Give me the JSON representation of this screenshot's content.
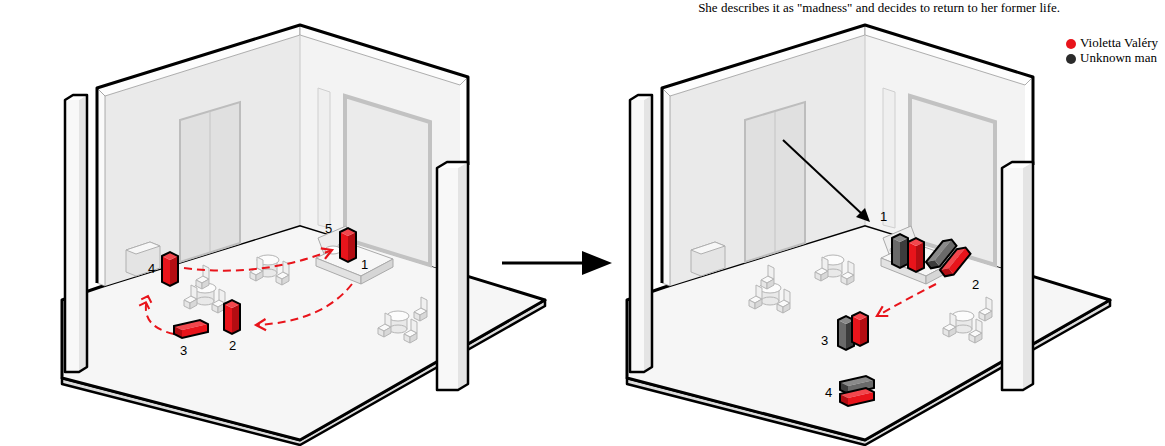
{
  "diagram": {
    "caption": "She describes it as \"madness\" and decides to return to her former life.",
    "labels": [
      "4",
      "5",
      "1",
      "3",
      "2",
      "1",
      "2",
      "3",
      "4"
    ],
    "legend": [
      {
        "text": "Violetta Valéry",
        "color": "#e8141b"
      },
      {
        "text": "Unknown man",
        "color": "#2b2b2b"
      }
    ]
  }
}
